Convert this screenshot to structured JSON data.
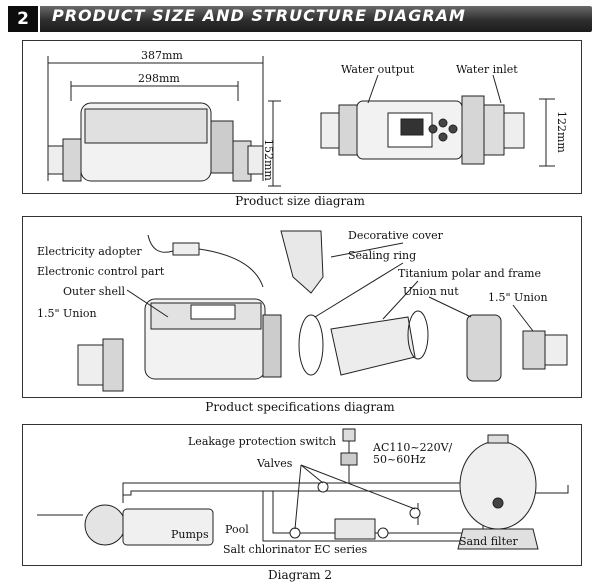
{
  "header": {
    "number": "2",
    "title": "PRODUCT SIZE AND STRUCTURE DIAGRAM"
  },
  "size_diagram": {
    "dim_total": "387mm",
    "dim_body": "298mm",
    "dim_height_left": "152mm",
    "label_output": "Water output",
    "label_inlet": "Water inlet",
    "dim_height_right": "122mm",
    "caption": "Product size diagram"
  },
  "spec_diagram": {
    "electricity_adopter": "Electricity adopter",
    "electronic_control": "Electronic control part",
    "outer_shell": "Outer shell",
    "union_left": "1.5\" Union",
    "decorative_cover": "Decorative cover",
    "sealing_ring": "Sealing ring",
    "titanium": "Titanium polar and frame",
    "union_nut": "Union nut",
    "union_right": "1.5\" Union",
    "caption": "Product specifications  diagram"
  },
  "diagram2": {
    "leakage": "Leakage protection switch",
    "power": "AC110~220V/",
    "hz": "50~60Hz",
    "valves": "Valves",
    "pumps": "Pumps",
    "pool": "Pool",
    "salt": "Salt chlorinator EC series",
    "sand": "Sand filter",
    "caption": "Diagram 2"
  }
}
